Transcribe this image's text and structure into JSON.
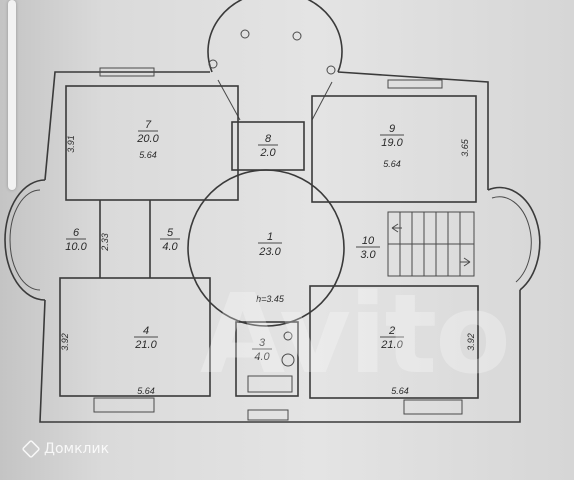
{
  "rooms": [
    {
      "id": "1",
      "area": "23.0"
    },
    {
      "id": "2",
      "area": "21.0"
    },
    {
      "id": "3",
      "area": "4.0"
    },
    {
      "id": "4",
      "area": "21.0"
    },
    {
      "id": "5",
      "area": "4.0"
    },
    {
      "id": "6",
      "area": "10.0"
    },
    {
      "id": "7",
      "area": "20.0"
    },
    {
      "id": "8",
      "area": "2.0"
    },
    {
      "id": "9",
      "area": "19.0"
    },
    {
      "id": "10",
      "area": "3.0"
    }
  ],
  "dims": {
    "r7_width": "5.64",
    "r7_height": "3.91",
    "r9_width": "5.64",
    "r9_height": "3.65",
    "r6_width": "2.33",
    "r4_width": "5.64",
    "r4_height": "3.92",
    "r2_width": "5.64",
    "r2_height": "3.92",
    "ceiling": "h=3.45"
  },
  "watermark": {
    "brand": "Домклик",
    "avito": "Avito"
  }
}
